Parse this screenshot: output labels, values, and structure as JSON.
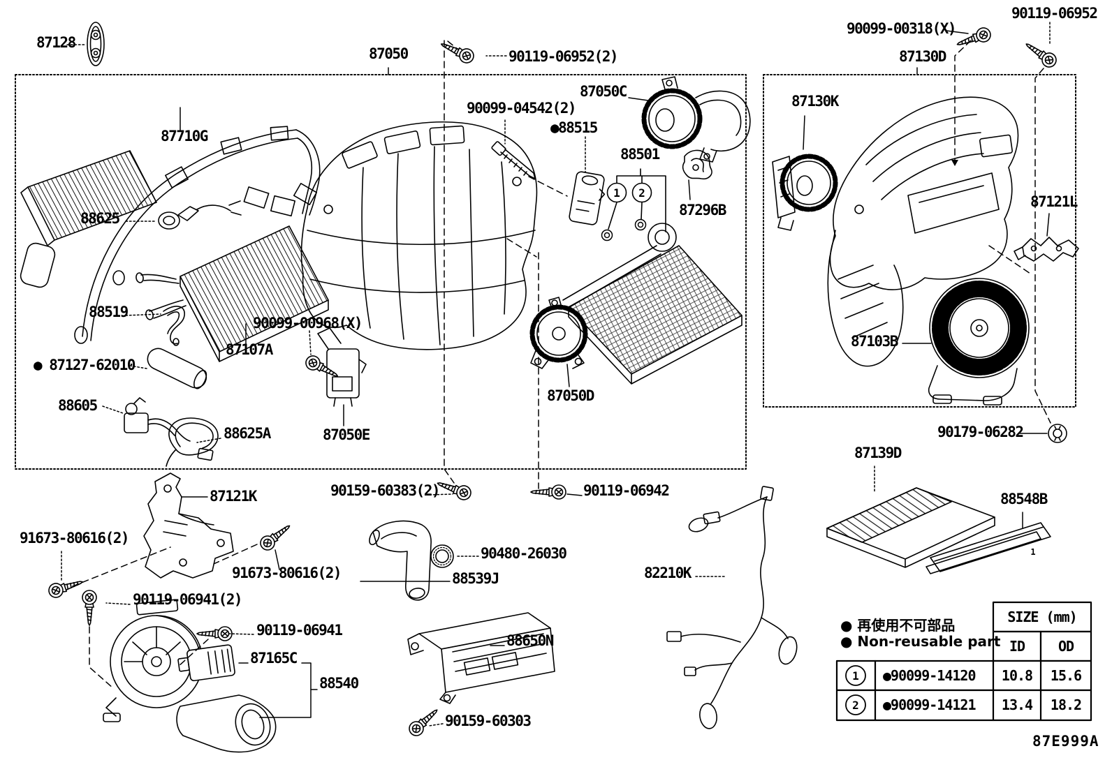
{
  "diagram": {
    "code": "87E999A",
    "ink_color": "#000000",
    "legend": {
      "jp": "● 再使用不可部品",
      "en": "● Non-reusable part"
    },
    "callouts": {
      "c87128": "87128",
      "c87050": "87050",
      "c90119_06952_2": "90119-06952(2)",
      "c90099_00318": "90099-00318(X)",
      "c90119_06952": "90119-06952",
      "c87130D": "87130D",
      "c87050C": "87050C",
      "c90099_04542": "90099-04542(2)",
      "c88515": "●88515",
      "c88501": "88501",
      "c87296B": "87296B",
      "c87130K": "87130K",
      "c87121L": "87121L",
      "c87710G": "87710G",
      "c88625": "88625",
      "c88519": "88519",
      "c90099_00968": "90099-00968(X)",
      "c87107A": "87107A",
      "c87127_62010": "● 87127-62010",
      "c88605": "88605",
      "c88625A": "88625A",
      "c87050E": "87050E",
      "c87050D": "87050D",
      "c87103B": "87103B",
      "c90179_06282": "90179-06282",
      "c87139D": "87139D",
      "c88548B": "88548B",
      "c87121K": "87121K",
      "c90159_60383": "90159-60383(2)",
      "c90119_06942": "90119-06942",
      "c91673_80616_a": "91673-80616(2)",
      "c91673_80616_b": "91673-80616(2)",
      "c90119_06941_2": "90119-06941(2)",
      "c90119_06941": "90119-06941",
      "c87165C": "87165C",
      "c88540": "88540",
      "c88539J": "88539J",
      "c90480_26030": "90480-26030",
      "c88650N": "88650N",
      "c90159_60303": "90159-60303",
      "c82210K": "82210K"
    },
    "markers": {
      "m1": "1",
      "m2": "2",
      "strip": "1"
    },
    "size_table": {
      "title": "SIZE (mm)",
      "col_id": "ID",
      "col_od": "OD",
      "rows": [
        {
          "no": "1",
          "part": "●90099-14120",
          "id": "10.8",
          "od": "15.6"
        },
        {
          "no": "2",
          "part": "●90099-14121",
          "id": "13.4",
          "od": "18.2"
        }
      ]
    }
  }
}
